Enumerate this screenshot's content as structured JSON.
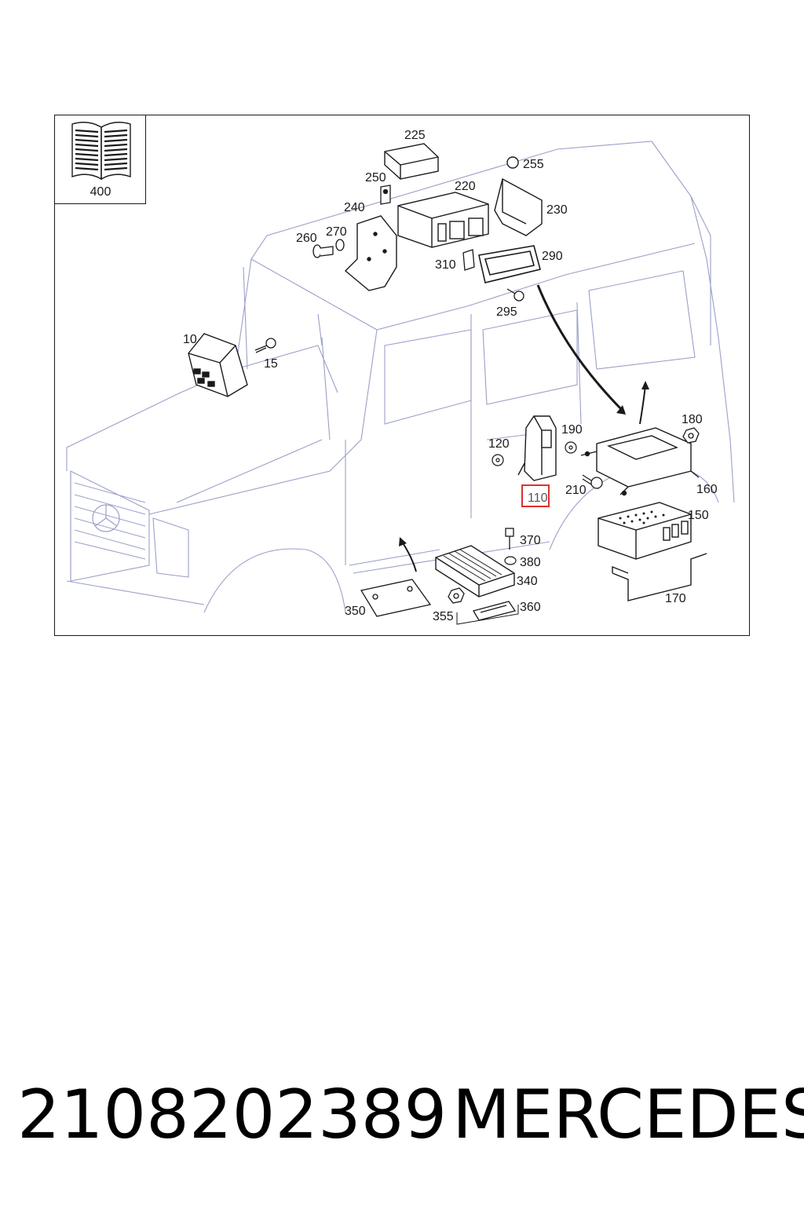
{
  "diagram": {
    "manual_ref": "400",
    "highlight_color": "#e03030",
    "highlighted_part": "110",
    "part_numbers": {
      "p10": "10",
      "p15": "15",
      "p110": "110",
      "p120": "120",
      "p150": "150",
      "p160": "160",
      "p170": "170",
      "p180": "180",
      "p190": "190",
      "p210": "210",
      "p220": "220",
      "p225": "225",
      "p230": "230",
      "p240": "240",
      "p250": "250",
      "p255": "255",
      "p260": "260",
      "p270": "270",
      "p290": "290",
      "p295": "295",
      "p310": "310",
      "p340": "340",
      "p350": "350",
      "p355": "355",
      "p360": "360",
      "p370": "370",
      "p380": "380"
    }
  },
  "caption": {
    "part_number": "2108202389",
    "brand": "MERCEDES"
  }
}
